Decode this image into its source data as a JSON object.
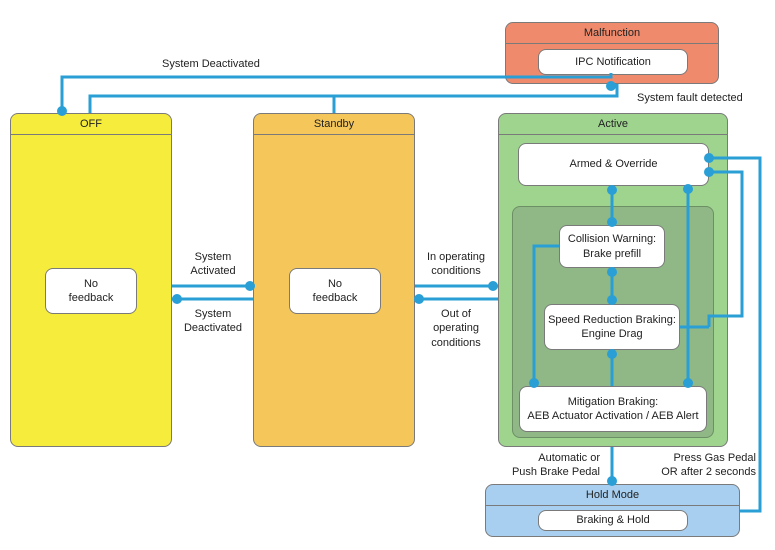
{
  "colors": {
    "connector": "#2a9fd6",
    "off": "#f6ec3c",
    "standby": "#f5c75a",
    "active": "#9fd48f",
    "active_inner": "#8fb886",
    "malfunction": "#f08a6c",
    "hold": "#a8cff0"
  },
  "states": {
    "malfunction": {
      "title": "Malfunction",
      "inner": "IPC Notification"
    },
    "off": {
      "title": "OFF",
      "inner": "No\nfeedback"
    },
    "standby": {
      "title": "Standby",
      "inner": "No\nfeedback"
    },
    "active": {
      "title": "Active",
      "armed": "Armed & Override",
      "collision": "Collision Warning:\nBrake prefill",
      "speed": "Speed Reduction Braking:\nEngine Drag",
      "mitigation": "Mitigation Braking:\nAEB Actuator Activation / AEB Alert"
    },
    "hold": {
      "title": "Hold Mode",
      "inner": "Braking & Hold"
    }
  },
  "transitions": {
    "system_deactivated_top": "System Deactivated",
    "system_fault": "System fault detected",
    "system_activated": "System\nActivated",
    "system_deactivated": "System\nDeactivated",
    "in_operating": "In operating\nconditions",
    "out_operating": "Out of\noperating\nconditions",
    "automatic": "Automatic or\nPush Brake Pedal",
    "press_gas": "Press Gas Pedal\nOR after 2 seconds"
  }
}
